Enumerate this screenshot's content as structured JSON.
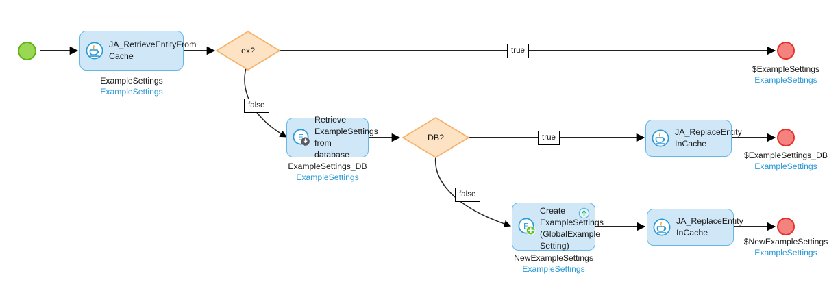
{
  "diagram": {
    "title": "ExampleSettings retrieval flow",
    "type": "bpmn-flowchart",
    "colors": {
      "task_fill": "#cfe7f7",
      "task_border": "#63b8e8",
      "gateway_fill": "#fde3c3",
      "gateway_border": "#f4b26a",
      "start_fill": "#9ad752",
      "start_border": "#62b317",
      "end_fill": "#f4827f",
      "end_border": "#e8302b",
      "edge": "#000000",
      "caption_name": "#1a1a1a",
      "caption_type": "#2a9ad6"
    }
  },
  "nodes": {
    "start_event": {
      "icon": "start-event-icon"
    },
    "retrieve_from_cache": {
      "label": "JA_RetrieveEntityFrom\nCache",
      "icon": "java-action-icon",
      "caption_name": "ExampleSettings",
      "caption_type": "ExampleSettings"
    },
    "gateway_ex": {
      "label": "ex?"
    },
    "retrieve_from_db": {
      "label": "Retrieve\nExampleSettings\nfrom database",
      "icon": "entity-retrieve-icon",
      "caption_name": "ExampleSettings_DB",
      "caption_type": "ExampleSettings"
    },
    "gateway_db": {
      "label": "DB?"
    },
    "create_settings": {
      "label": "Create\nExampleSettings\n(GlobalExample\nSetting)",
      "icon": "entity-create-icon",
      "corner_icon": "scope-up-arrow-icon",
      "caption_name": "NewExampleSettings",
      "caption_type": "ExampleSettings"
    },
    "replace_in_cache_db": {
      "label": "JA_ReplaceEntity\nInCache",
      "icon": "java-action-icon"
    },
    "replace_in_cache_new": {
      "label": "JA_ReplaceEntity\nInCache",
      "icon": "java-action-icon"
    },
    "end_example_settings": {
      "caption_name": "$ExampleSettings",
      "caption_type": "ExampleSettings"
    },
    "end_example_settings_db": {
      "caption_name": "$ExampleSettings_DB",
      "caption_type": "ExampleSettings"
    },
    "end_new_example_settings": {
      "caption_name": "$NewExampleSettings",
      "caption_type": "ExampleSettings"
    }
  },
  "edge_labels": {
    "ex_true": "true",
    "ex_false": "false",
    "db_true": "true",
    "db_false": "false"
  }
}
